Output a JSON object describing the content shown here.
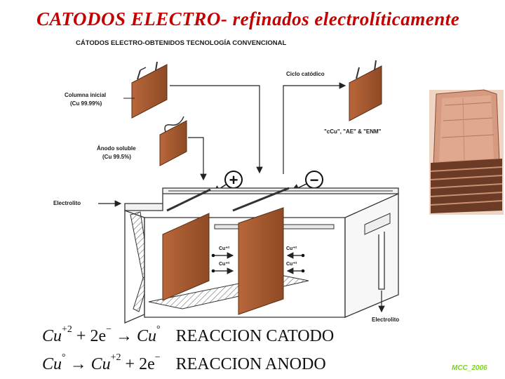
{
  "title": {
    "part1": "CATODOS ELECTRO-",
    "part2": " refinados electrolíticamente"
  },
  "diagram": {
    "heading": "CÁTODOS ELECTRO-OBTENIDOS TECNOLOGÍA CONVENCIONAL",
    "starter_label_1": "Columna inicial",
    "starter_label_2": "(Cu 99.99%)",
    "anode_label_1": "Ánodo soluble",
    "anode_label_2": "(Cu 99.5%)",
    "cycle_label": "Ciclo catódico",
    "cycle_products": "\"cCu\", \"AE\" & \"ENM\"",
    "electrolyte_in": "Electrolito",
    "electrolyte_out": "Electrolito",
    "plus_sign": "+",
    "minus_sign": "−",
    "ion1": "Cu⁺²",
    "ion2": "Cu⁺²",
    "ion3": "Cu⁺²",
    "ion4": "Cu⁺²"
  },
  "equations": {
    "cathode": {
      "cu1": "Cu",
      "charge1": "+2",
      "middle": " + 2e",
      "eminus": "−",
      "arrow": " → ",
      "cu2": "Cu",
      "zero": "°",
      "reaction": "REACCION CATODO"
    },
    "anode": {
      "cu1": "Cu",
      "zero": "°",
      "arrow": " → ",
      "cu2": "Cu",
      "charge": "+2",
      "tail": " + 2e",
      "eminus": "−",
      "reaction": "REACCION ANODO"
    }
  },
  "footer": "MCC_2006",
  "colors": {
    "title": "#c40000",
    "copper": "#a0522d",
    "footer": "#7bd324"
  }
}
